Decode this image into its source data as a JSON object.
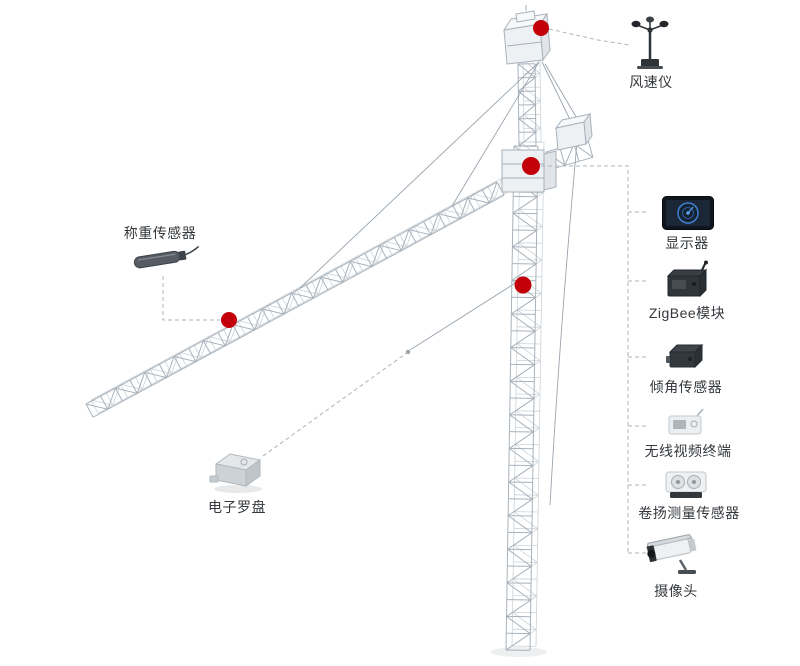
{
  "callouts": {
    "anemometer": "风速仪",
    "weight_sensor": "称重传感器",
    "compass": "电子罗盘"
  },
  "right_panel": {
    "items": [
      {
        "label": "显示器",
        "icon": "display-icon"
      },
      {
        "label": "ZigBee模块",
        "icon": "zigbee-module-icon"
      },
      {
        "label": "倾角传感器",
        "icon": "tilt-sensor-icon"
      },
      {
        "label": "无线视频终端",
        "icon": "wireless-video-terminal-icon"
      },
      {
        "label": "卷扬测量传感器",
        "icon": "hoist-measure-sensor-icon"
      },
      {
        "label": "摄像头",
        "icon": "camera-icon"
      }
    ]
  },
  "colors": {
    "marker_red": "#c3000a",
    "crane_line": "#a8b2bb",
    "dashed_line": "#adb4ba",
    "text": "#34383c",
    "background": "#ffffff"
  }
}
